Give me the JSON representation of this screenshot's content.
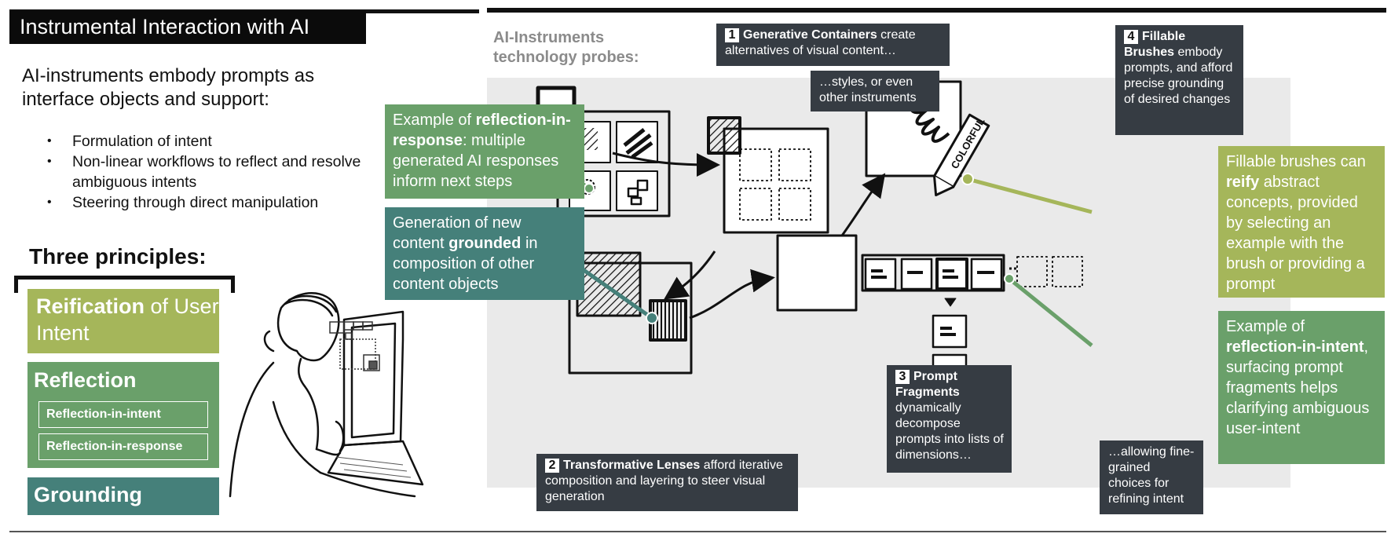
{
  "title": "Instrumental Interaction with AI",
  "intro": "AI-instruments embody prompts as interface objects and support:",
  "bullets": [
    "Formulation of intent",
    "Non-linear workflows to reflect and resolve ambiguous intents",
    "Steering through direct manipulation"
  ],
  "principles_heading": "Three principles:",
  "principles": {
    "reification_bold": "Reification",
    "reification_rest": " of User Intent",
    "reflection": "Reflection",
    "reflection_in_intent": "Reflection-in-intent",
    "reflection_in_response": "Reflection-in-response",
    "grounding": "Grounding"
  },
  "probes_heading": "AI-Instruments technology probes:",
  "callouts": {
    "c1_num": "1",
    "c1_bold": "Generative Containers",
    "c1_rest": " create alternatives of visual content…",
    "c1b": "…styles, or even other instruments",
    "c2_num": "2",
    "c2_bold": "Transformative Lenses",
    "c2_rest": " afford iterative composition and layering to steer visual generation",
    "c3_num": "3",
    "c3_bold": "Prompt Fragments",
    "c3_rest": " dynamically decompose prompts into lists of dimensions…",
    "c3b": "…allowing fine-grained choices for refining intent",
    "c4_num": "4",
    "c4_bold": "Fillable Brushes",
    "c4_rest": " embody prompts, and afford precise grounding of desired changes"
  },
  "green_notes": {
    "response_pre": "Example of ",
    "response_bold": "reflection-in-response",
    "response_post": ": multiple generated AI responses inform next steps",
    "grounded_pre": "Generation of new content ",
    "grounded_bold": "grounded",
    "grounded_post": " in composition of other content objects",
    "reify_pre": "Fillable brushes can ",
    "reify_bold": "reify",
    "reify_post": " abstract concepts, provided by selecting an example with the brush or providing a prompt",
    "intent_pre": "Example of ",
    "intent_bold": "reflection-in-intent",
    "intent_post": ", surfacing prompt fragments helps clarifying ambiguous user-intent"
  },
  "sketch_label": "COLORFUL",
  "colors": {
    "olive": "#a5b65a",
    "green": "#6aa06a",
    "teal": "#45807a",
    "dark": "#363c43"
  }
}
